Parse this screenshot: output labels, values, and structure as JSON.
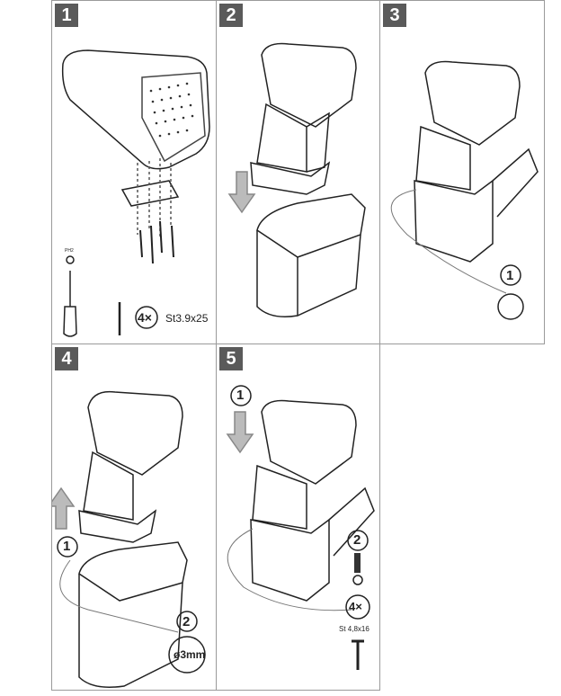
{
  "steps": [
    {
      "number": "1",
      "tool_label": "PH2",
      "screw_count": "4×",
      "screw_spec": "St3.9x25"
    },
    {
      "number": "2"
    },
    {
      "number": "3",
      "callout": "1"
    },
    {
      "number": "4",
      "callout_1": "1",
      "callout_2": "2",
      "drill_label": "ø3mm"
    },
    {
      "number": "5",
      "callout_1": "1",
      "callout_2": "2",
      "screw_count": "4×",
      "screw_spec": "St 4,8x16"
    }
  ]
}
